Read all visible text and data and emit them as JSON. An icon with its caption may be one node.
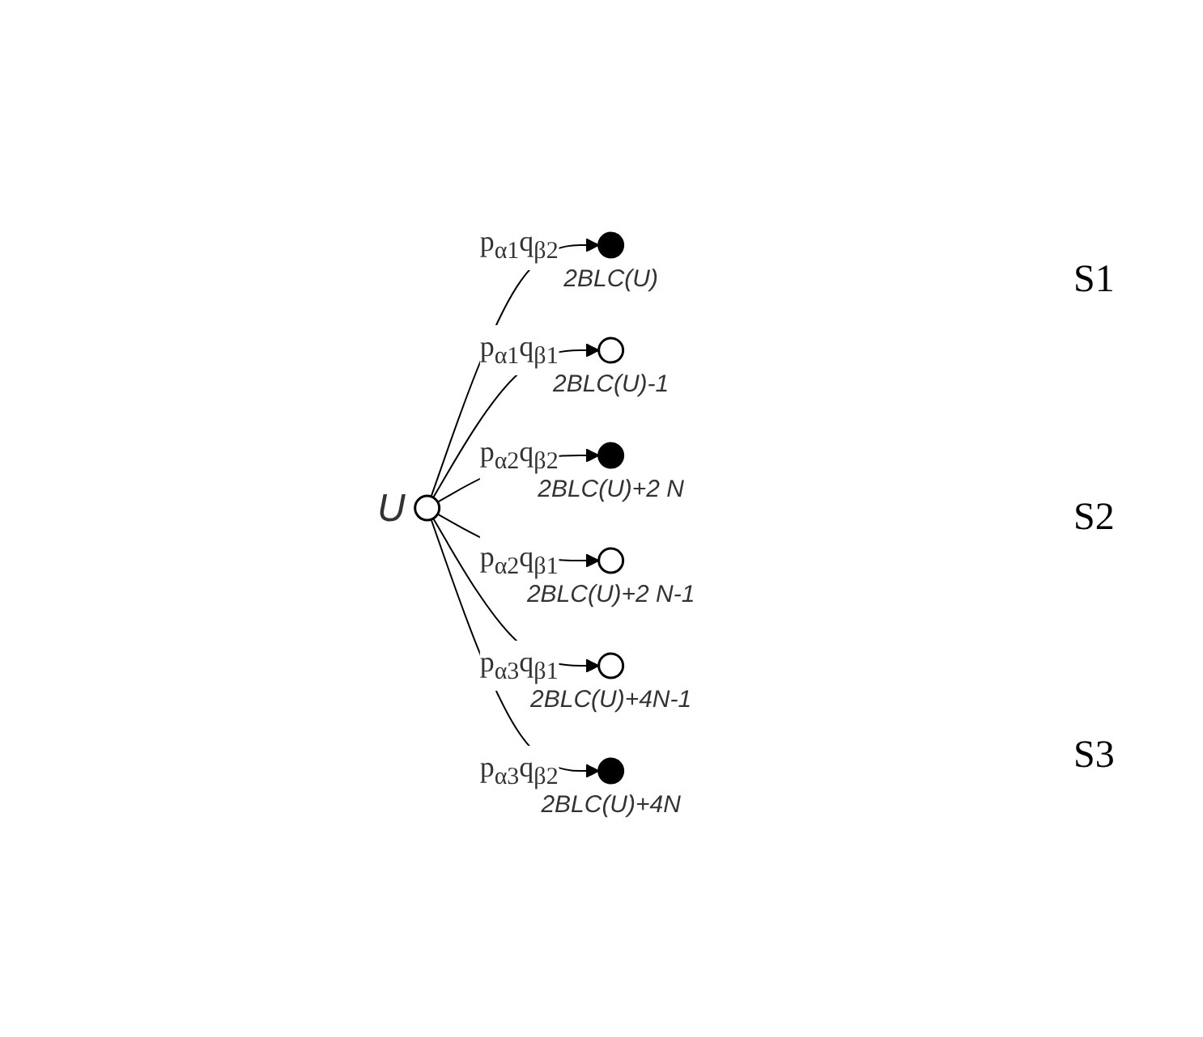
{
  "diagram": {
    "nodes": [
      {
        "text": [],
        "shape": "circle",
        "beside": [
          "U"
        ]
      },
      {
        "text": [],
        "shape": "circle",
        "beside": [
          "2BLC(U)-1"
        ]
      },
      {
        "text": [],
        "shape": "circle",
        "beside": [
          "2BLC(U)"
        ]
      },
      {
        "text": [],
        "shape": "circle",
        "beside": [
          "2BLC(U)+2 N-1"
        ]
      },
      {
        "text": [],
        "shape": "circle",
        "beside": [
          "2BLC(U)+2 N"
        ]
      },
      {
        "text": [],
        "shape": "circle",
        "beside": [
          "2BLC(U)+4N-1"
        ]
      },
      {
        "text": [],
        "shape": "circle",
        "beside": [
          "2BLC(U)+4N"
        ]
      }
    ],
    "edges": [
      {
        "from": 0,
        "to": 2,
        "arrow": "to",
        "label": "p$_{α1}$q$_{β2}$"
      },
      {
        "from": 0,
        "to": 1,
        "arrow": "to",
        "label": "p$_{α1}$q$_{β1}$"
      },
      {
        "from": 0,
        "to": 4,
        "arrow": "to",
        "label": "p$_{α2}$q$_{β2}$"
      },
      {
        "from": 0,
        "to": 3,
        "arrow": "to",
        "label": "p$_{α2}$q$_{β1}$"
      },
      {
        "from": 0,
        "to": 5,
        "arrow": "to",
        "label": "p$_{α3}$q$_{β1}$"
      },
      {
        "from": 0,
        "to": 6,
        "arrow": "to",
        "label": "p$_{α3}$q$_{β2}$"
      }
    ],
    "labels": [
      "S1",
      "S2",
      "S3"
    ]
  }
}
